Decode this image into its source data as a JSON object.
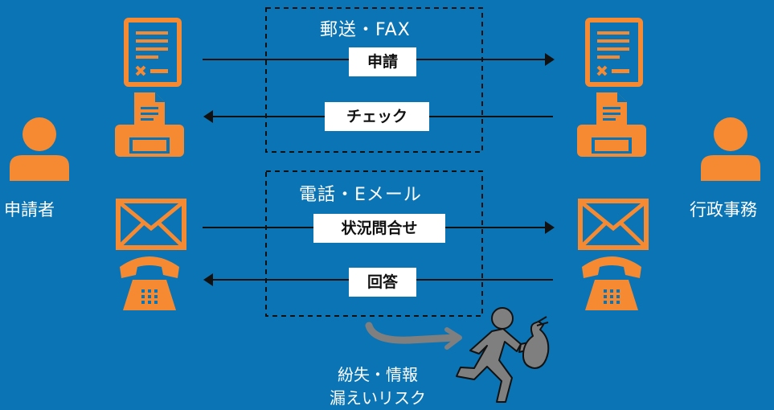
{
  "colors": {
    "background": "#0a74b4",
    "accent": "#f58a33",
    "line": "#111111",
    "text": "#ffffff",
    "thief": "#7f7f7f"
  },
  "left_actor": {
    "label": "申請者",
    "icon": "person-icon"
  },
  "right_actor": {
    "label": "行政事務",
    "icon": "person-icon"
  },
  "group_mail": {
    "title": "郵送・FAX",
    "forward_label": "申請",
    "back_label": "チェック",
    "icons": [
      "document-icon",
      "fax-machine-icon"
    ]
  },
  "group_phone": {
    "title": "電話・Eメール",
    "forward_label": "状況問合せ",
    "back_label": "回答",
    "icons": [
      "envelope-icon",
      "telephone-icon"
    ]
  },
  "risk": {
    "line1": "紛失・情報",
    "line2": "漏えいリスク",
    "icon": "thief-icon"
  }
}
